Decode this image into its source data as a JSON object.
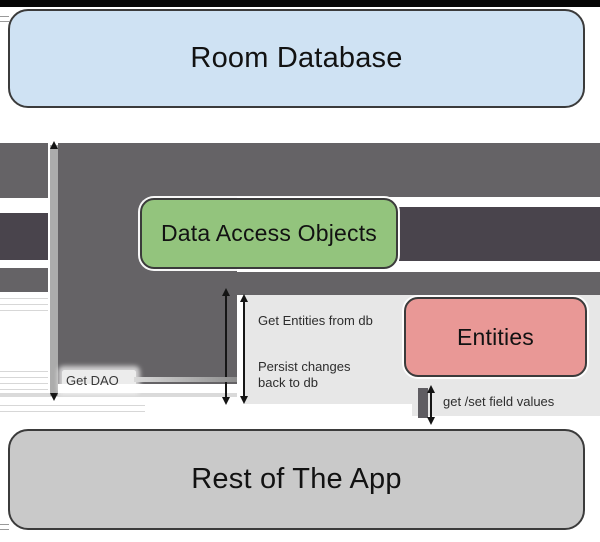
{
  "diagram": {
    "nodes": {
      "room_database": "Room Database",
      "dao": "Data Access Objects",
      "entities": "Entities",
      "rest_of_app": "Rest of The App"
    },
    "edge_labels": {
      "get_dao": "Get DAO",
      "get_entities": "Get Entities from db",
      "persist_line1": "Persist changes",
      "persist_line2": "back to db",
      "get_set_fields": "get /set field values"
    },
    "colors": {
      "room-db-fill": "#cfe2f3",
      "dao-fill": "#93c47d",
      "entities-fill": "#e99896",
      "rest-app-fill": "#c9c9c9",
      "block-gray": "#656366",
      "block-dark": "#49444c",
      "bar-gray": "#acacac",
      "panel-gray": "#e7e7e7",
      "border-dark": "#3b3b3b"
    }
  }
}
